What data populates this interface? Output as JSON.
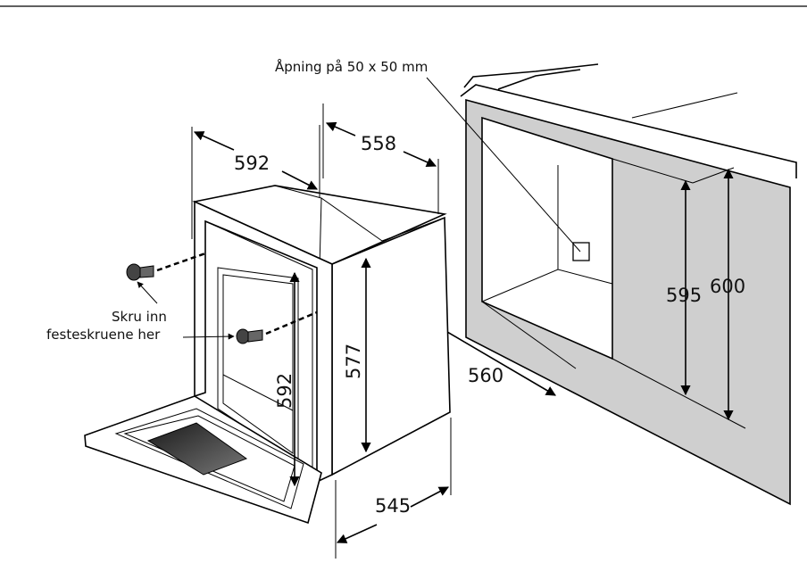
{
  "annotations": {
    "opening": "Åpning på 50 x 50 mm",
    "screw_line1": "Skru inn",
    "screw_line2": "festeskruene her"
  },
  "dimensions": {
    "oven_width": "592",
    "oven_top_depth": "558",
    "oven_height": "592",
    "oven_body_height": "577",
    "oven_depth": "545",
    "cavity_depth": "560",
    "cavity_height_inner": "595",
    "cavity_height_outer": "600"
  },
  "colors": {
    "cabinet_fill": "#cfcfcf",
    "line": "#000000",
    "window": "#333333"
  }
}
